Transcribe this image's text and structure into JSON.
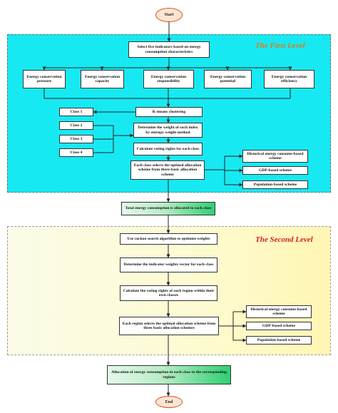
{
  "flow": {
    "start": "Start",
    "end": "End",
    "first_level_title": "The First Level",
    "second_level_title": "The Second Level",
    "first_level": {
      "select": "Select five indicators based on energy consumption characteristics",
      "indicators": [
        "Energy conservation pressure",
        "Energy conservation capacity",
        "Energy conservation responsibility",
        "Energy conservation potential",
        "Energy conservation efficiency"
      ],
      "kmeans": "K-means clustering",
      "classes": [
        "Class 1",
        "Class 2",
        "Class 3",
        "Class 4"
      ],
      "weight": "Determine the weight of each index by entropy weight method",
      "voting": "Calculate voting rights for each class",
      "optimal": "Each class selects the optimal allocation scheme from three basic allocation scheme",
      "schemes": [
        "Historical energy consume-based scheme",
        "GDP-based scheme",
        "Population-based scheme"
      ]
    },
    "middle": "Total energy consumption is allocated to each class",
    "second_level": {
      "cuckoo": "Use cuckoo search algorithm to optimize weights",
      "weights_vector": "Determine the indicator weights vector for each class",
      "voting": "Calculate the voting rights of each region within their own classes",
      "optimal": "Each region selects the optimal allocation scheme from three basic allocation schemes",
      "schemes": [
        "Historical energy consume-based scheme",
        "GDP-based scheme",
        "Population-based scheme"
      ]
    },
    "final": "Allocation of energy consumption in each class to the corresponding regions"
  },
  "colors": {
    "first_level_bg": "#17e9f2",
    "first_level_title": "#e07a1a",
    "second_level_bg": "#fdfbd3",
    "second_level_title": "#d81e1e",
    "terminal_fill": "#fde5d3",
    "terminal_border": "#d9501c",
    "highlight_green": "#2fcf72"
  }
}
